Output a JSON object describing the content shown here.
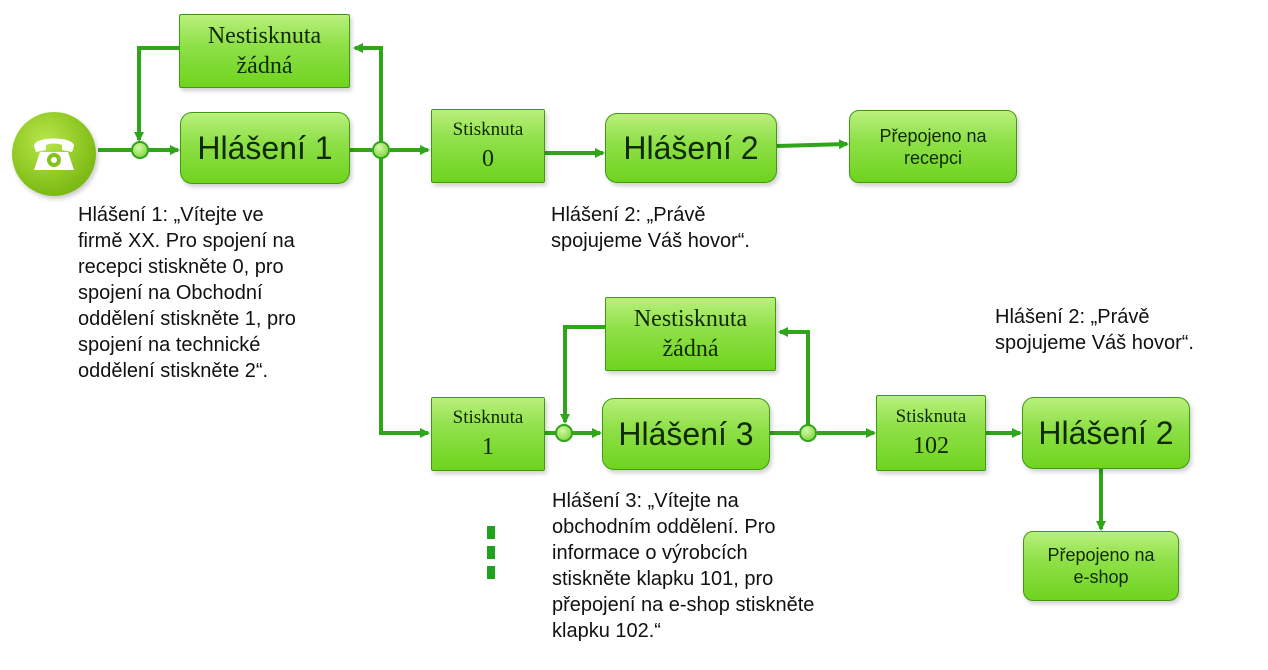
{
  "boxes": {
    "nestisknuta_1": {
      "line1": "Nestisknuta",
      "line2": "žádná"
    },
    "hlaseni_1": {
      "label": "Hlášení 1"
    },
    "stisknuta_0": {
      "line1": "Stisknuta",
      "line2": "0"
    },
    "hlaseni_2_top": {
      "label": "Hlášení 2"
    },
    "prepojeno_recepci": {
      "line1": "Přepojeno na",
      "line2": "recepci"
    },
    "nestisknuta_2": {
      "line1": "Nestisknuta",
      "line2": "žádná"
    },
    "stisknuta_1": {
      "line1": "Stisknuta",
      "line2": "1"
    },
    "hlaseni_3": {
      "label": "Hlášení 3"
    },
    "stisknuta_102": {
      "line1": "Stisknuta",
      "line2": "102"
    },
    "hlaseni_2_bottom": {
      "label": "Hlášení 2"
    },
    "prepojeno_eshop": {
      "line1": "Přepojeno na",
      "line2": "e-shop"
    }
  },
  "notes": {
    "hlaseni_1_text": [
      "Hlášení 1: „Vítejte ve",
      "firmě XX. Pro spojení na",
      "recepci stiskněte 0, pro",
      "spojení na Obchodní",
      "oddělení stiskněte 1, pro",
      "spojení na technické",
      "oddělení stiskněte 2“."
    ],
    "hlaseni_2_text_top": [
      "Hlášení 2: „Právě",
      "spojujeme Váš hovor“."
    ],
    "hlaseni_2_text_right": [
      "Hlášení 2: „Právě",
      "spojujeme Váš hovor“."
    ],
    "hlaseni_3_text": [
      "Hlášení 3: „Vítejte na",
      "obchodním oddělení. Pro",
      "informace o výrobcích",
      "stiskněte klapku 101, pro",
      "přepojení na e-shop stiskněte",
      "klapku 102.“"
    ]
  },
  "icons": {
    "phone": "telephone-icon",
    "continuation": "vertical-dots-icon"
  },
  "colors": {
    "line": "#2fa51a",
    "box_fill": "#8fe048",
    "box_border": "#3f9a12",
    "dots": "#1fa31f"
  }
}
